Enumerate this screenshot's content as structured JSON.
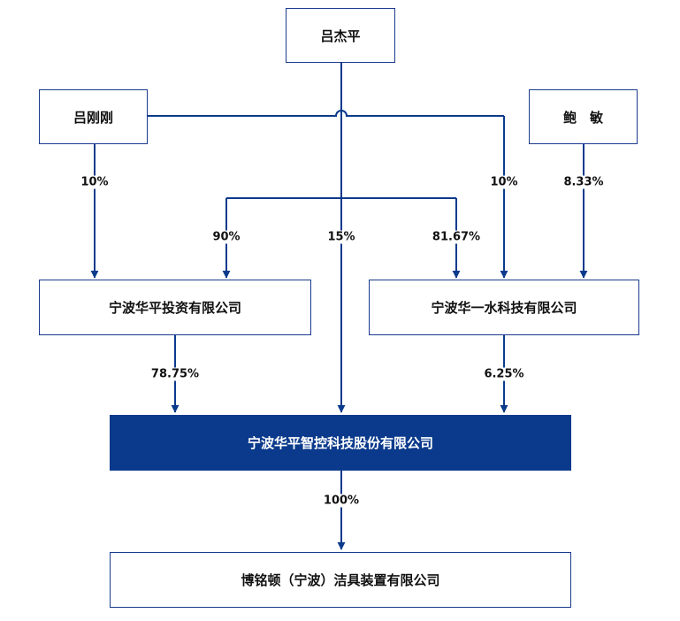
{
  "colors": {
    "line": "#0b3a8c",
    "main_fill": "#0b3a8c"
  },
  "nodes": {
    "lv_jieping": "吕杰平",
    "lv_ganggang": "吕刚刚",
    "bao_min": "鲍　敏",
    "huaping_invest": "宁波华平投资有限公司",
    "huayishui": "宁波华一水科技有限公司",
    "huaping_zhikong": "宁波华平智控科技股份有限公司",
    "bomingdun": "博铭顿（宁波）洁具装置有限公司"
  },
  "edges": {
    "lvgang_to_invest": "10%",
    "lvjie_to_invest": "90%",
    "lvjie_to_zhikong": "15%",
    "lvjie_to_huayishui": "81.67%",
    "lvgang_to_huayishui": "10%",
    "bao_to_huayishui": "8.33%",
    "invest_to_zhikong": "78.75%",
    "huayishui_to_zhikong": "6.25%",
    "zhikong_to_bomingdun": "100%"
  }
}
